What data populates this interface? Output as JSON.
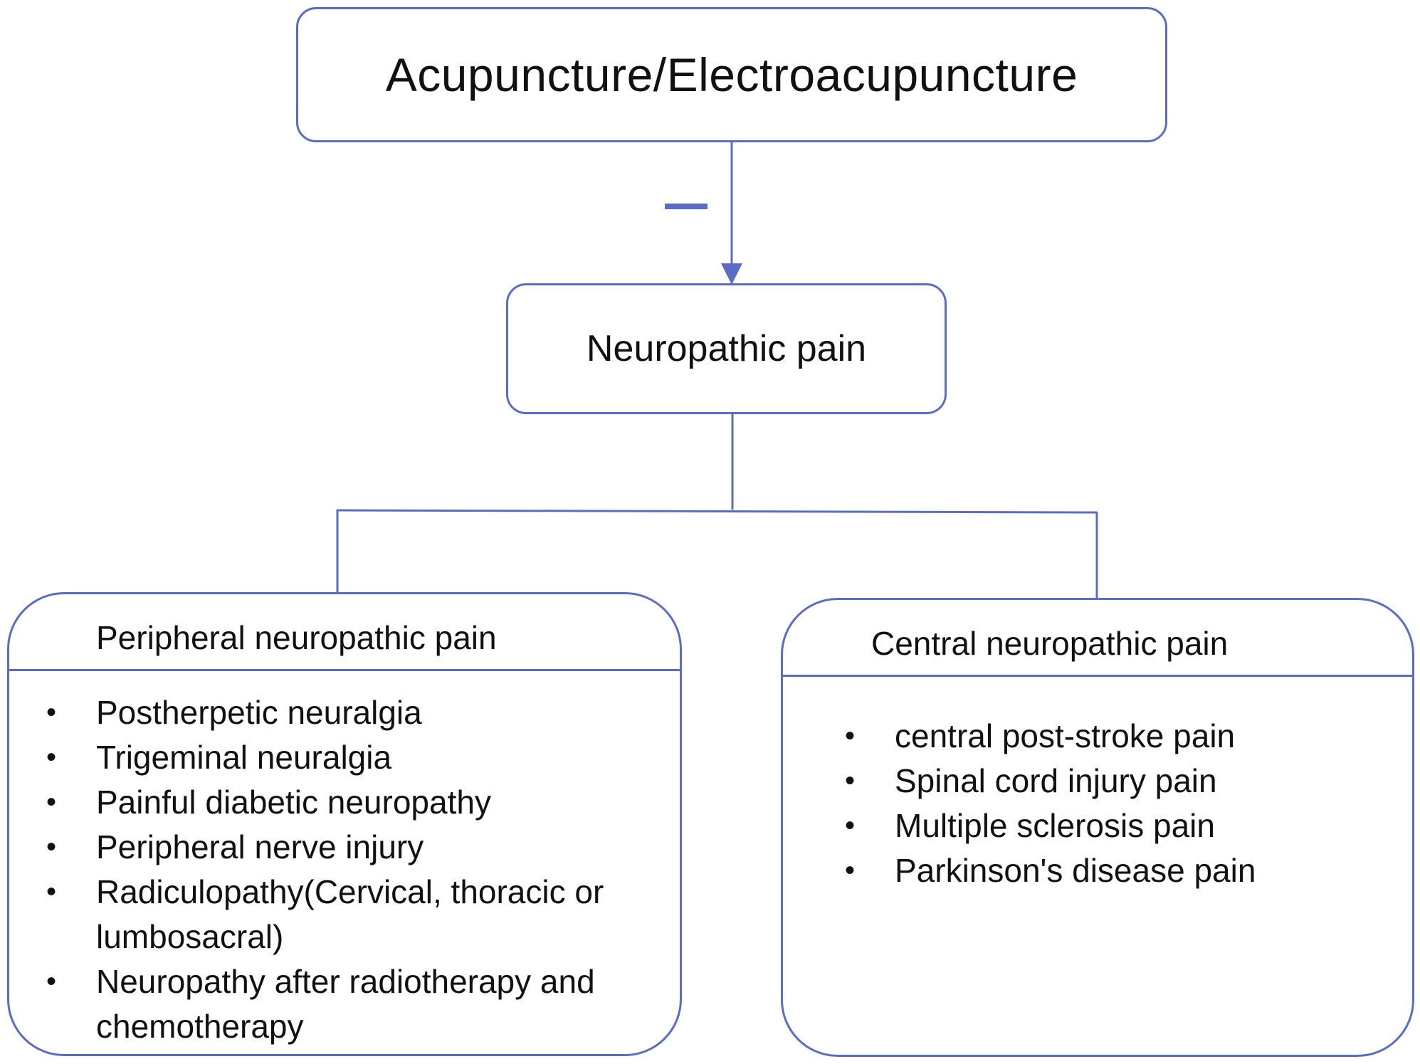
{
  "diagram": {
    "root": {
      "label": "Acupuncture/Electroacupuncture"
    },
    "edge_root_to_middle": {
      "symbol": "−",
      "meaning": "inhibits"
    },
    "middle": {
      "label": "Neuropathic pain"
    },
    "branches": [
      {
        "title": "Peripheral neuropathic pain",
        "items": [
          "Postherpetic neuralgia",
          "Trigeminal neuralgia",
          "Painful diabetic neuropathy",
          "Peripheral nerve injury",
          "Radiculopathy(Cervical, thoracic or lumbosacral)",
          "Neuropathy after radiotherapy and chemotherapy"
        ]
      },
      {
        "title": "Central neuropathic pain",
        "items": [
          "central post-stroke pain",
          "Spinal cord injury pain",
          "Multiple sclerosis pain",
          "Parkinson's disease pain"
        ]
      }
    ],
    "colors": {
      "stroke": "#5b6cc6",
      "text": "#111111",
      "background": "#ffffff"
    }
  }
}
